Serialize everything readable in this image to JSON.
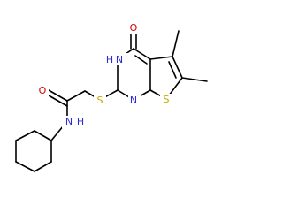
{
  "structure": {
    "atoms": [
      {
        "id": "O_carbonyl_ring",
        "label": "O",
        "color": "#d40000"
      },
      {
        "id": "N3",
        "label": "N",
        "color": "#2b2bd6"
      },
      {
        "id": "H3",
        "label": "H",
        "color": "#2b2bd6"
      },
      {
        "id": "N1",
        "label": "N",
        "color": "#2b2bd6"
      },
      {
        "id": "S_ring",
        "label": "S",
        "color": "#c8a600"
      },
      {
        "id": "S_thioether",
        "label": "S",
        "color": "#c8a600"
      },
      {
        "id": "O_amide",
        "label": "O",
        "color": "#d40000"
      },
      {
        "id": "N_amide",
        "label": "N",
        "color": "#2b2bd6"
      },
      {
        "id": "H_amide",
        "label": "H",
        "color": "#2b2bd6"
      }
    ],
    "bond_color": "#000000"
  }
}
